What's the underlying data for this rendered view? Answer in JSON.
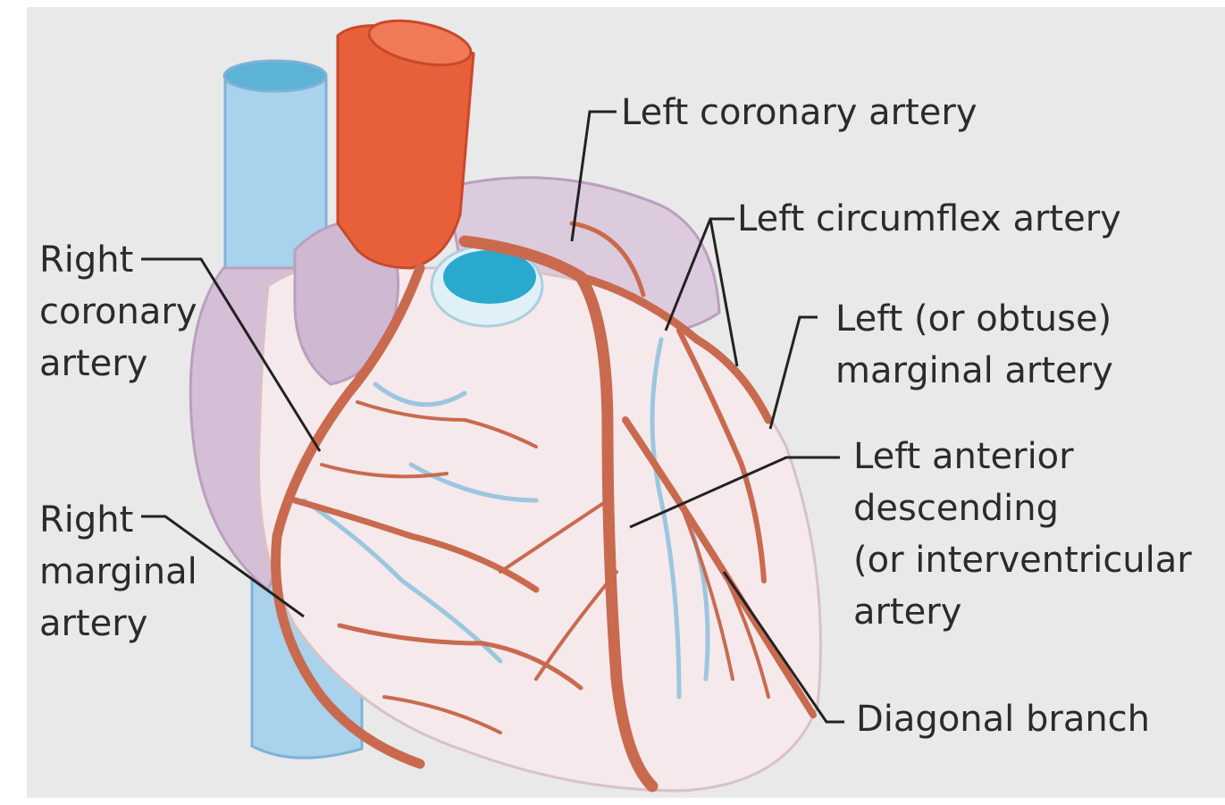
{
  "labels": {
    "left_coronary": "Left coronary artery",
    "left_circumflex": "Left circumflex artery",
    "left_obtuse_marginal": [
      "Left (or obtuse)",
      "marginal artery"
    ],
    "left_anterior_descending": [
      "Left anterior",
      "descending",
      "(or interventricular",
      "artery"
    ],
    "diagonal_branch": "Diagonal branch",
    "right_coronary": [
      "Right",
      "coronary",
      "artery"
    ],
    "right_marginal": [
      "Right",
      "marginal",
      "artery"
    ]
  },
  "colors": {
    "background": "#e9e9e9",
    "vein_blue": "#a9d2ec",
    "aorta_red": "#e8603a",
    "artery": "#c96a4f",
    "heart_body": "#f4e8ea",
    "atrium_lilac": "#d4bfd6",
    "leader_line": "#222222"
  }
}
